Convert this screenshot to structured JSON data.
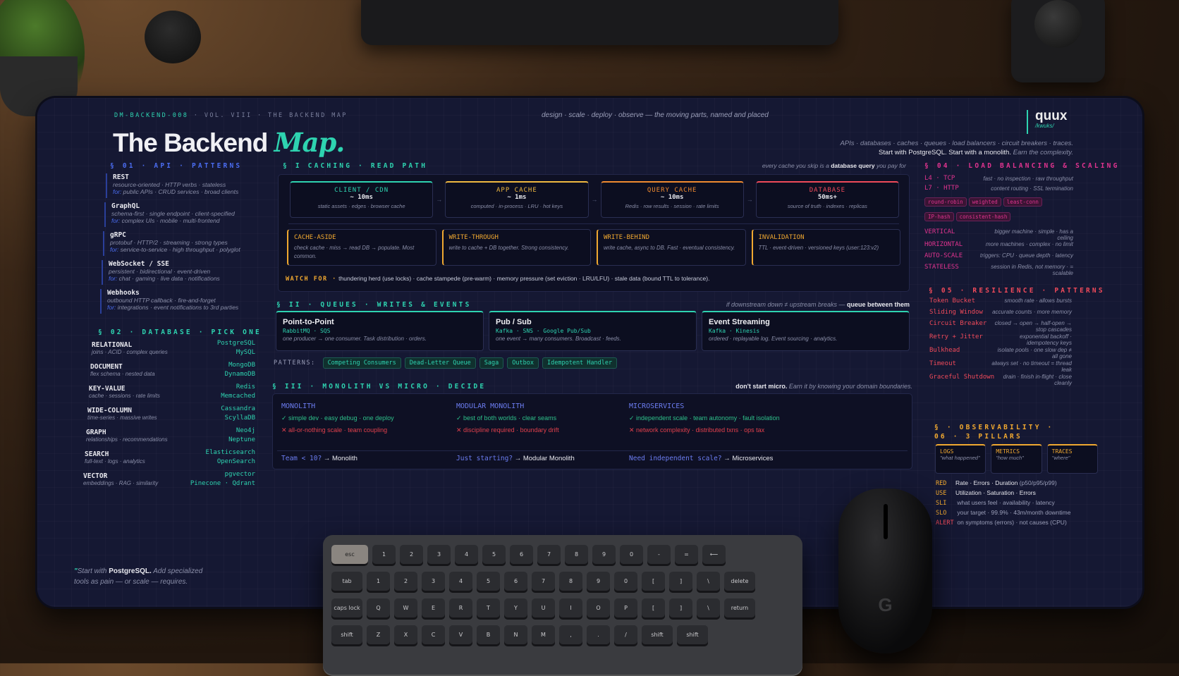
{
  "header": {
    "code": "DM-BACKEND-008",
    "vol": "· VOL. VIII · THE BACKEND MAP",
    "tagline": "design · scale · deploy · observe — the moving parts, named and placed",
    "title_main": "The Backend",
    "title_accent": "Map.",
    "brand": "quux",
    "brand_sub": "/kwuks/",
    "subtitle_1": "APIs · databases · caches · queues · load balancers · circuit breakers · traces.",
    "subtitle_2_bold": "Start with PostgreSQL. Start with a monolith.",
    "subtitle_2_it": "Earn the complexity."
  },
  "colors": {
    "mat": "#151833",
    "teal": "#2ed3b0",
    "blue": "#4a6cf0",
    "pink": "#e0338f",
    "red": "#f04a5a",
    "amber": "#f0a830"
  },
  "api": {
    "heading": "§ 01 · API · PATTERNS",
    "items": [
      {
        "name": "REST",
        "desc": "resource-oriented · HTTP verbs · stateless",
        "for_label": "for:",
        "for": "public APIs · CRUD services · broad clients"
      },
      {
        "name": "GraphQL",
        "desc": "schema-first · single endpoint · client-specified",
        "for_label": "for:",
        "for": "complex UIs · mobile · multi-frontend"
      },
      {
        "name": "gRPC",
        "desc": "protobuf · HTTP/2 · streaming · strong types",
        "for_label": "for:",
        "for": "service-to-service · high throughput · polyglot"
      },
      {
        "name": "WebSocket / SSE",
        "desc": "persistent · bidirectional · event-driven",
        "for_label": "for:",
        "for": "chat · gaming · live data · notifications"
      },
      {
        "name": "Webhooks",
        "desc": "outbound HTTP callback · fire-and-forget",
        "for_label": "for:",
        "for": "integrations · event notifications to 3rd parties"
      }
    ]
  },
  "database": {
    "heading": "§ 02 · DATABASE · PICK ONE",
    "items": [
      {
        "name": "RELATIONAL",
        "desc": "joins · ACID · complex queries",
        "tech": [
          "PostgreSQL",
          "MySQL"
        ]
      },
      {
        "name": "DOCUMENT",
        "desc": "flex schema · nested data",
        "tech": [
          "MongoDB",
          "DynamoDB"
        ]
      },
      {
        "name": "KEY-VALUE",
        "desc": "cache · sessions · rate limits",
        "tech": [
          "Redis",
          "Memcached"
        ]
      },
      {
        "name": "WIDE-COLUMN",
        "desc": "time-series · massive writes",
        "tech": [
          "Cassandra",
          "ScyllaDB"
        ]
      },
      {
        "name": "GRAPH",
        "desc": "relationships · recommendations",
        "tech": [
          "Neo4j",
          "Neptune"
        ]
      },
      {
        "name": "SEARCH",
        "desc": "full-text · logs · analytics",
        "tech": [
          "Elasticsearch",
          "OpenSearch"
        ]
      },
      {
        "name": "VECTOR",
        "desc": "embeddings · RAG · similarity",
        "tech": [
          "pgvector",
          "Pinecone · Qdrant"
        ]
      }
    ]
  },
  "caching": {
    "heading": "§ I CACHING · READ PATH",
    "note_pre": "every cache you skip is a",
    "note_bold": "database query",
    "note_post": "you pay for",
    "tiers": [
      {
        "name": "CLIENT / CDN",
        "latency": "~ 10ms",
        "desc": "static assets · edges · browser cache",
        "color": "#2ed3b0"
      },
      {
        "name": "APP CACHE",
        "latency": "~ 1ms",
        "desc": "computed · in-process · LRU · hot keys",
        "color": "#f0b840"
      },
      {
        "name": "QUERY CACHE",
        "latency": "~ 10ms",
        "desc": "Redis · row results · session · rate limits",
        "color": "#f08a30"
      },
      {
        "name": "DATABASE",
        "latency": "50ms+",
        "desc": "source of truth · indexes · replicas",
        "color": "#f04a5a"
      }
    ],
    "arrow": "→",
    "patterns": [
      {
        "name": "CACHE-ASIDE",
        "desc": "check cache · miss → read DB → populate. Most common."
      },
      {
        "name": "WRITE-THROUGH",
        "desc": "write to cache + DB together. Strong consistency."
      },
      {
        "name": "WRITE-BEHIND",
        "desc": "write cache, async to DB. Fast · eventual consistency."
      },
      {
        "name": "INVALIDATION",
        "desc": "TTL · event-driven · versioned keys (user:123:v2)"
      }
    ],
    "watch_label": "WATCH FOR ·",
    "watch": "thundering herd (use locks) · cache stampede (pre-warm) · memory pressure (set eviction · LRU/LFU) · stale data (bound TTL to tolerance)."
  },
  "queues": {
    "heading": "§ II · QUEUES · WRITES & EVENTS",
    "note_it": "if downstream down ≠ upstream breaks —",
    "note_bold": "queue between them",
    "cards": [
      {
        "name": "Point-to-Point",
        "tech": "RabbitMQ · SQS",
        "desc": "one producer → one consumer. Task distribution · orders."
      },
      {
        "name": "Pub / Sub",
        "tech": "Kafka · SNS · Google Pub/Sub",
        "desc": "one event → many consumers. Broadcast · feeds."
      },
      {
        "name": "Event Streaming",
        "tech": "Kafka · Kinesis",
        "desc": "ordered · replayable log. Event sourcing · analytics."
      }
    ],
    "patterns_label": "PATTERNS:",
    "patterns": [
      "Competing Consumers",
      "Dead-Letter Queue",
      "Saga",
      "Outbox",
      "Idempotent Handler"
    ]
  },
  "arch": {
    "heading": "§ III · MONOLITH VS MICRO · DECIDE",
    "note_bold": "don't start micro.",
    "note_it": "Earn it by knowing your domain boundaries.",
    "cols": [
      {
        "name": "MONOLITH",
        "pro": "✓ simple dev · easy debug · one deploy",
        "con": "✕ all-or-nothing scale · team coupling",
        "q": "Team < 10?",
        "a": "→ Monolith"
      },
      {
        "name": "MODULAR MONOLITH",
        "pro": "✓ best of both worlds · clear seams",
        "con": "✕ discipline required · boundary drift",
        "q": "Just starting?",
        "a": "→ Modular Monolith"
      },
      {
        "name": "MICROSERVICES",
        "pro": "✓ independent scale · team autonomy · fault isolation",
        "con": "✕ network complexity · distributed txns · ops tax",
        "q": "Need independent scale?",
        "a": "→ Microservices"
      }
    ]
  },
  "lb": {
    "heading": "§ 04 · LOAD BALANCING & SCALING",
    "layers": [
      {
        "name": "L4 · TCP",
        "desc": "fast · no inspection · raw throughput"
      },
      {
        "name": "L7 · HTTP",
        "desc": "content routing · SSL termination"
      }
    ],
    "algos": [
      "round-robin",
      "weighted",
      "least-conn",
      "IP-hash",
      "consistent-hash"
    ],
    "scaling": [
      {
        "name": "VERTICAL",
        "desc": "bigger machine · simple · has a ceiling"
      },
      {
        "name": "HORIZONTAL",
        "desc": "more machines · complex · no limit"
      },
      {
        "name": "AUTO-SCALE",
        "desc": "triggers: CPU · queue depth · latency"
      },
      {
        "name": "STATELESS",
        "desc": "session in Redis, not memory · = scalable"
      }
    ]
  },
  "resilience": {
    "heading": "§ 05 · RESILIENCE · PATTERNS",
    "items": [
      {
        "name": "Token Bucket",
        "desc": "smooth rate · allows bursts"
      },
      {
        "name": "Sliding Window",
        "desc": "accurate counts · more memory"
      },
      {
        "name": "Circuit Breaker",
        "desc": "closed → open → half-open → stop cascades"
      },
      {
        "name": "Retry + Jitter",
        "desc": "exponential backoff · idempotency keys"
      },
      {
        "name": "Bulkhead",
        "desc": "isolate pools · one slow dep ≠ all gone"
      },
      {
        "name": "Timeout",
        "desc": "always set · no timeout = thread leak"
      },
      {
        "name": "Graceful Shutdown",
        "desc": "drain · finish in-flight · close cleanly"
      }
    ]
  },
  "observability": {
    "heading_1": "§ · OBSERVABILITY ·",
    "heading_2": "06 · 3 PILLARS",
    "pillars": [
      {
        "name": "LOGS",
        "desc": "\"what happened\""
      },
      {
        "name": "METRICS",
        "desc": "\"how much\""
      },
      {
        "name": "TRACES",
        "desc": "\"where\""
      }
    ],
    "rows": [
      {
        "k": "RED",
        "v": "Rate · Errors · Duration",
        "x": "(p50/p95/p99)"
      },
      {
        "k": "USE",
        "v": "Utilization · Saturation · Errors",
        "x": ""
      },
      {
        "k": "SLI",
        "v": "",
        "x": "what users feel · availability · latency"
      },
      {
        "k": "SLO",
        "v": "",
        "x": "your target · 99.9% · 43m/month downtime"
      },
      {
        "k": "ALERT",
        "v": "",
        "x": "on symptoms (errors) · not causes (CPU)"
      }
    ]
  },
  "quote": {
    "mark": "\"",
    "pre": "Start with",
    "bold": "PostgreSQL.",
    "post": "Add specialized tools as pain — or scale — requires."
  },
  "keyboard": {
    "rows": [
      [
        "esc",
        "1",
        "2",
        "3",
        "4",
        "5",
        "6",
        "7",
        "8",
        "9",
        "0",
        "-",
        "=",
        "⟵"
      ],
      [
        "tab",
        "1",
        "2",
        "3",
        "4",
        "5",
        "6",
        "7",
        "8",
        "9",
        "0",
        "[",
        "]",
        "\\",
        "delete"
      ],
      [
        "caps lock",
        "Q",
        "W",
        "E",
        "R",
        "T",
        "Y",
        "U",
        "I",
        "O",
        "P",
        "[",
        "]",
        "\\",
        "return"
      ],
      [
        "shift",
        "Z",
        "X",
        "C",
        "V",
        "B",
        "N",
        "M",
        ",",
        ".",
        "/",
        "shift",
        "shift"
      ]
    ]
  },
  "mouse": {
    "logo": "G"
  }
}
